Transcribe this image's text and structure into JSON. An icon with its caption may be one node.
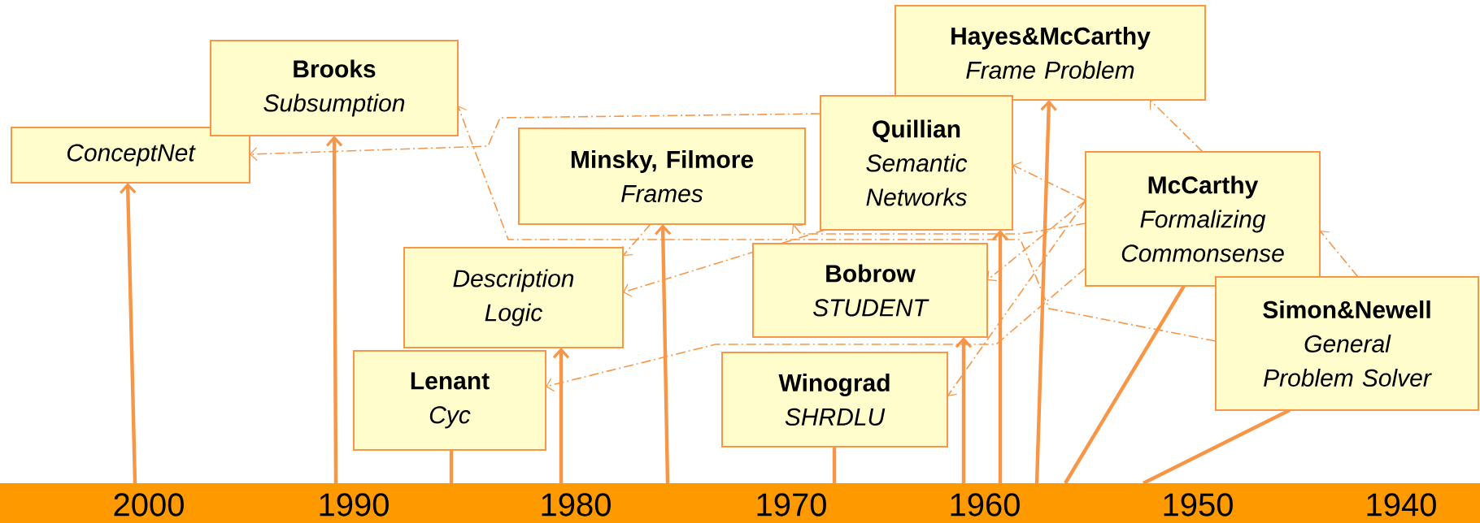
{
  "diagram": {
    "nodes": [
      {
        "text": [
          "Hayes&McCarthy",
          "Frame Problem"
        ]
      },
      {
        "text": [
          "Brooks",
          "Subsumption"
        ]
      },
      {
        "text": [
          "Quillian",
          "Semantic Networks"
        ]
      },
      {
        "text": [
          "ConceptNet"
        ]
      },
      {
        "text": [
          "Minsky, Filmore",
          "Frames"
        ]
      },
      {
        "text": [
          "McCarthy",
          "Formalizing Commonsense"
        ]
      },
      {
        "text": [
          "Bobrow",
          "STUDENT"
        ]
      },
      {
        "text": [
          "Description Logic"
        ]
      },
      {
        "text": [
          "Simon&Newell",
          "General Problem Solver"
        ]
      },
      {
        "text": [
          "Lenant",
          "Cyc"
        ]
      },
      {
        "text": [
          "Winograd",
          "SHRDLU"
        ]
      },
      {
        "text": [
          "2000",
          "1990",
          "1980",
          "1970",
          "1960",
          "1950",
          "1940"
        ]
      }
    ],
    "edges": [
      {
        "from": 11,
        "to": 3,
        "arrow": "to",
        "style": "thick"
      },
      {
        "from": 11,
        "to": 1,
        "arrow": "to",
        "style": "thick"
      },
      {
        "from": 11,
        "to": 9,
        "arrow": "none",
        "style": "thick"
      },
      {
        "from": 11,
        "to": 7,
        "arrow": "to",
        "style": "thick"
      },
      {
        "from": 11,
        "to": 4,
        "arrow": "to",
        "style": "thick"
      },
      {
        "from": 11,
        "to": 10,
        "arrow": "none",
        "style": "thick"
      },
      {
        "from": 11,
        "to": 6,
        "arrow": "to",
        "style": "thick"
      },
      {
        "from": 11,
        "to": 2,
        "arrow": "to",
        "style": "thick"
      },
      {
        "from": 11,
        "to": 0,
        "arrow": "to",
        "style": "thick"
      },
      {
        "from": 11,
        "to": 5,
        "arrow": "none",
        "style": "thick"
      },
      {
        "from": 11,
        "to": 8,
        "arrow": "none",
        "style": "thick"
      },
      {
        "from": 8,
        "to": 1,
        "arrow": "to",
        "style": "dashed"
      },
      {
        "from": 2,
        "to": 3,
        "arrow": "to",
        "style": "dashed"
      },
      {
        "from": 4,
        "to": 7,
        "arrow": "to",
        "style": "dashed"
      },
      {
        "from": 2,
        "to": 7,
        "arrow": "to",
        "style": "dashed"
      },
      {
        "from": 5,
        "to": 4,
        "arrow": "to",
        "style": "dashed"
      },
      {
        "from": 5,
        "to": 2,
        "arrow": "to",
        "style": "dashed"
      },
      {
        "from": 5,
        "to": 6,
        "arrow": "to",
        "style": "dashed"
      },
      {
        "from": 5,
        "to": 10,
        "arrow": "to",
        "style": "dashed"
      },
      {
        "from": 5,
        "to": 9,
        "arrow": "to",
        "style": "dashed"
      },
      {
        "from": 5,
        "to": 0,
        "arrow": "to",
        "style": "dashed"
      },
      {
        "from": 8,
        "to": 5,
        "arrow": "to",
        "style": "dashed"
      }
    ]
  }
}
